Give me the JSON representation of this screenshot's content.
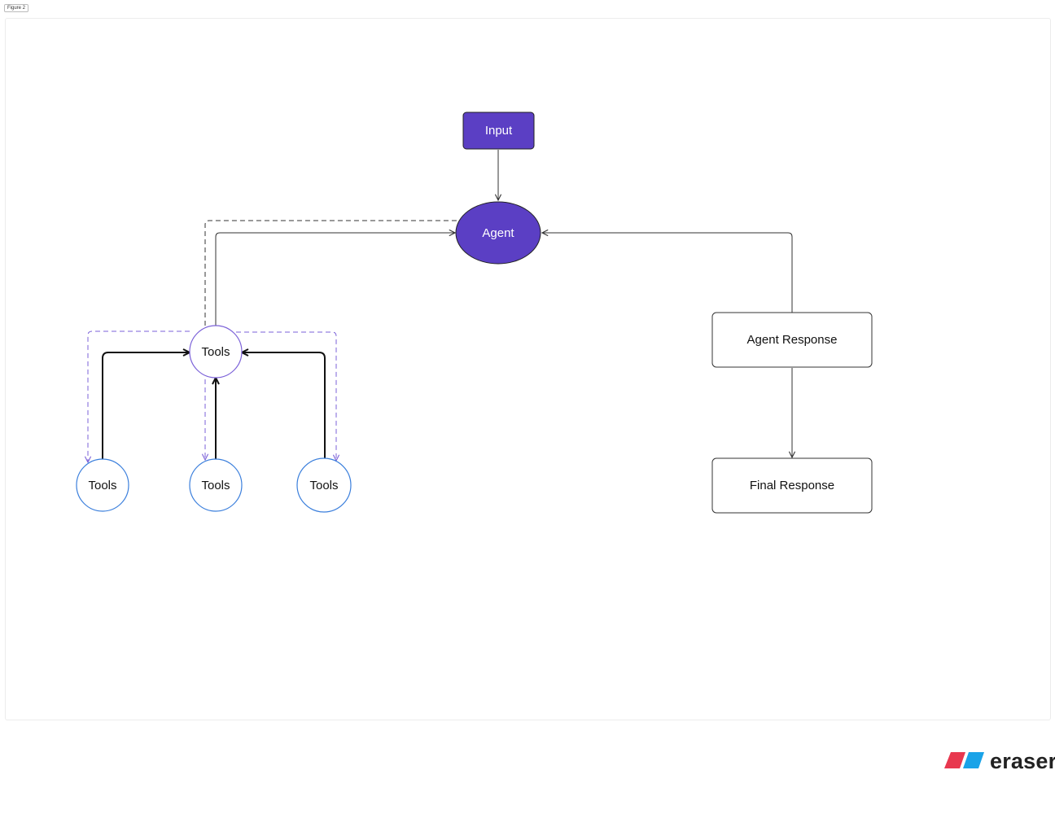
{
  "figure_label": "Figure 2",
  "nodes": {
    "input": "Input",
    "agent": "Agent",
    "tools_hub": "Tools",
    "tools_left": "Tools",
    "tools_middle": "Tools",
    "tools_right": "Tools",
    "agent_response": "Agent Response",
    "final_response": "Final Response"
  },
  "brand": {
    "name": "eraser",
    "icon": "eraser-logo-icon"
  },
  "colors": {
    "primary": "#5b3fc4",
    "tool_border": "#3b7fdc",
    "dashed_accent": "#7b61d8",
    "line": "#333333",
    "logo_red": "#e8384f",
    "logo_blue": "#1aa3e8"
  }
}
